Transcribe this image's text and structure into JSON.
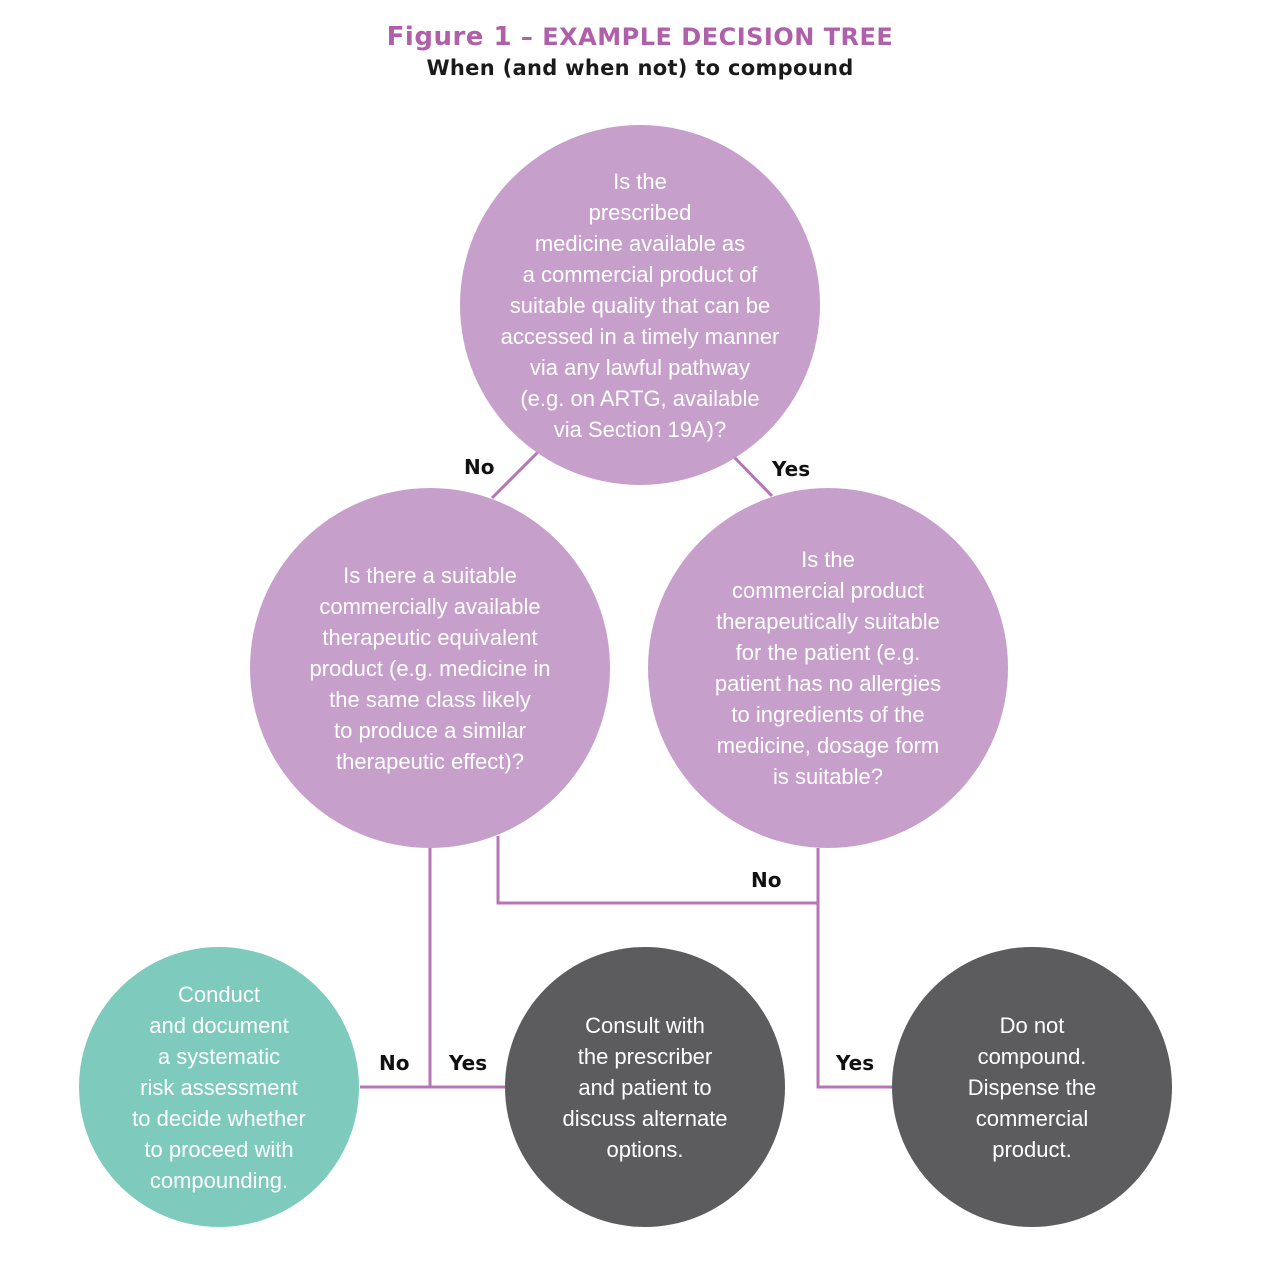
{
  "figure": {
    "label": "Figure 1",
    "dash": "–",
    "title": "EXAMPLE DECISION TREE",
    "subtitle": "When (and when not) to compound"
  },
  "nodes": {
    "q_available": "Is the\nprescribed\nmedicine available as\na commercial product of\nsuitable quality that can be\naccessed in a timely manner\nvia any lawful pathway\n(e.g. on ARTG, available\nvia Section 19A)?",
    "q_equivalent": "Is there a suitable\ncommercially available\ntherapeutic equivalent\nproduct (e.g. medicine in\nthe same class likely\nto produce a similar\ntherapeutic effect)?",
    "q_suitable": "Is the\ncommercial product\ntherapeutically suitable\nfor the patient (e.g.\npatient has no allergies\nto ingredients of the\nmedicine, dosage form\nis suitable?",
    "o_risk": "Conduct\nand document\na systematic\nrisk assessment\nto decide whether\nto proceed with\ncompounding.",
    "o_consult": "Consult with\nthe prescriber\nand patient to\ndiscuss alternate\noptions.",
    "o_dispense": "Do not\ncompound.\nDispense the\ncommercial\nproduct."
  },
  "edges": {
    "available_no": "No",
    "available_yes": "Yes",
    "suitable_no": "No",
    "equivalent_no": "No",
    "equivalent_yes": "Yes",
    "suitable_yes": "Yes"
  },
  "colors": {
    "question": "#c69fcb",
    "risk": "#7ecbbd",
    "outcome": "#5c5c5e",
    "title": "#b060a8",
    "connector": "#b774b7"
  }
}
